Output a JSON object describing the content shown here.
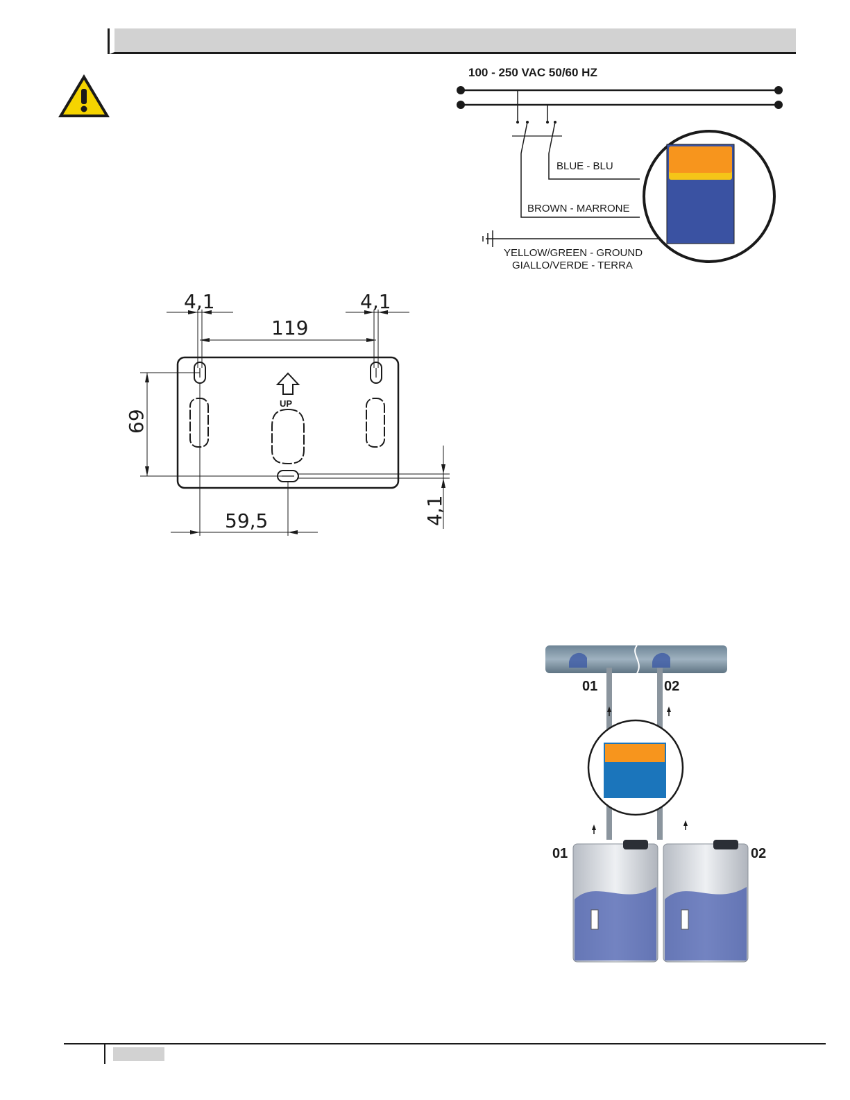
{
  "wiring": {
    "voltage_label": "100 - 250 VAC 50/60 HZ",
    "blue_label": "BLUE - BLU",
    "brown_label": "BROWN - MARRONE",
    "ground_label_1": "YELLOW/GREEN - GROUND",
    "ground_label_2": "GIALLO/VERDE - TERRA"
  },
  "mounting": {
    "hole_left_dim": "4,1",
    "hole_right_dim": "4,1",
    "spacing_dim": "119",
    "height_dim": "69",
    "center_dim": "59,5",
    "bottom_hole_dim": "4,1",
    "up_label": "UP"
  },
  "installation": {
    "pipe_label_1": "01",
    "pipe_label_2": "02",
    "tank_label_1": "01",
    "tank_label_2": "02"
  },
  "colors": {
    "orange": "#f7951d",
    "yellow": "#f5c518",
    "blue_panel": "#3a52a2",
    "blue_display": "#1b75bb"
  }
}
